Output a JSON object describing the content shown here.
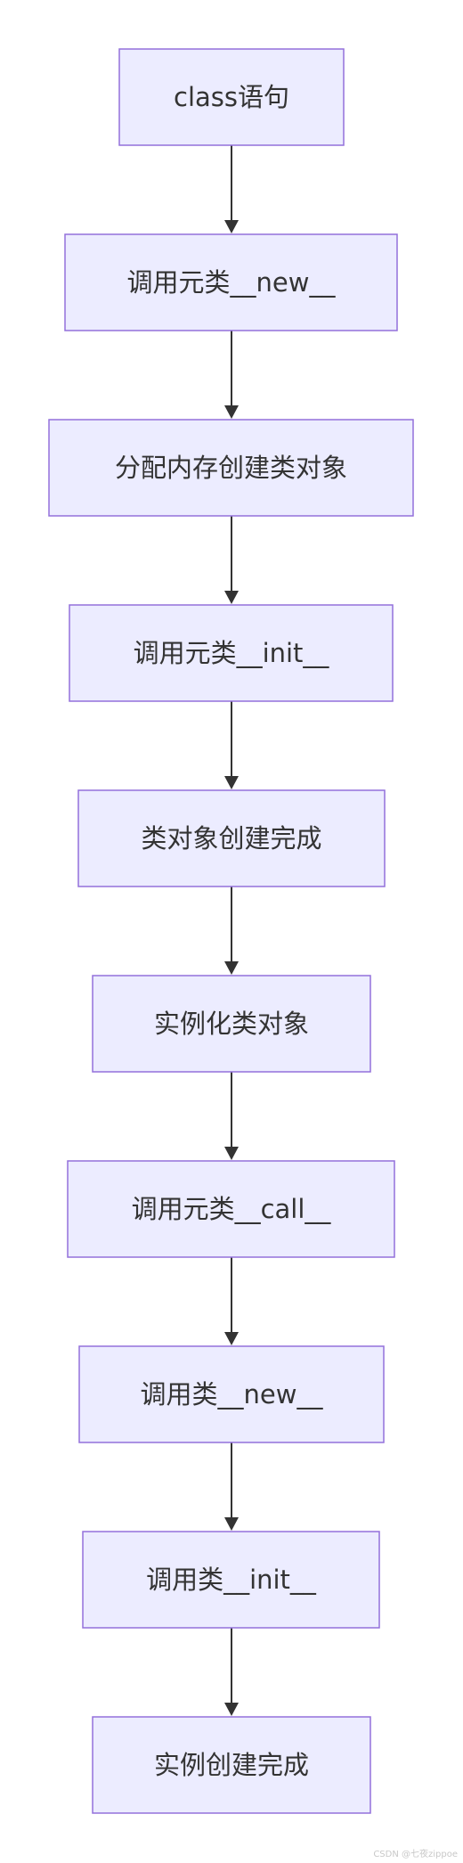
{
  "flowchart": {
    "colors": {
      "node_fill": "#ececff",
      "node_border": "#9370db",
      "text": "#333333",
      "edge": "#333333"
    },
    "nodes": [
      {
        "id": "n1",
        "label": "class语句"
      },
      {
        "id": "n2",
        "label": "调用元类__new__"
      },
      {
        "id": "n3",
        "label": "分配内存创建类对象"
      },
      {
        "id": "n4",
        "label": "调用元类__init__"
      },
      {
        "id": "n5",
        "label": "类对象创建完成"
      },
      {
        "id": "n6",
        "label": "实例化类对象"
      },
      {
        "id": "n7",
        "label": "调用元类__call__"
      },
      {
        "id": "n8",
        "label": "调用类__new__"
      },
      {
        "id": "n9",
        "label": "调用类__init__"
      },
      {
        "id": "n10",
        "label": "实例创建完成"
      }
    ],
    "edges": [
      {
        "from": "n1",
        "to": "n2"
      },
      {
        "from": "n2",
        "to": "n3"
      },
      {
        "from": "n3",
        "to": "n4"
      },
      {
        "from": "n4",
        "to": "n5"
      },
      {
        "from": "n5",
        "to": "n6"
      },
      {
        "from": "n6",
        "to": "n7"
      },
      {
        "from": "n7",
        "to": "n8"
      },
      {
        "from": "n8",
        "to": "n9"
      },
      {
        "from": "n9",
        "to": "n10"
      }
    ]
  },
  "watermark": "CSDN @七夜zippoe"
}
